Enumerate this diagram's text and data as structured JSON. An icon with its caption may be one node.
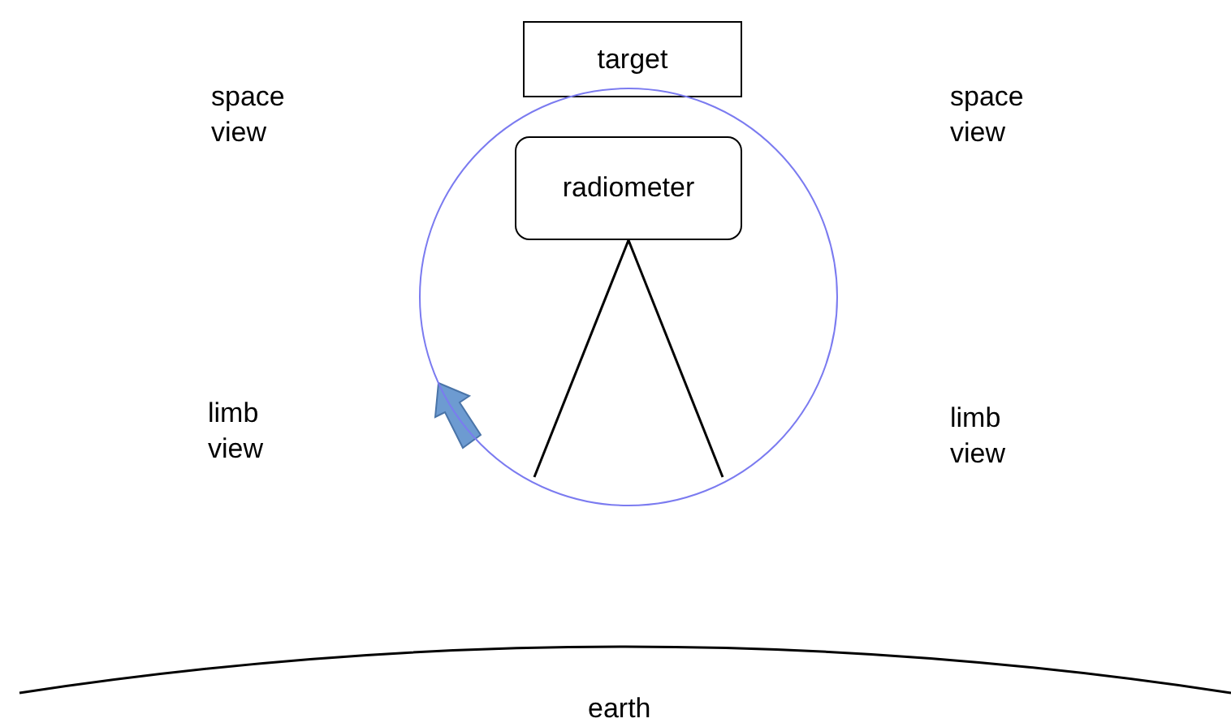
{
  "diagram": {
    "nodes": [
      {
        "text": [
          "target"
        ]
      },
      {
        "text": [],
        "shape": "circle"
      },
      {
        "text": [
          "radiometer"
        ],
        "in": 1
      }
    ],
    "labels": [
      "space view",
      "space view",
      "limb view",
      "limb view",
      "earth"
    ]
  }
}
